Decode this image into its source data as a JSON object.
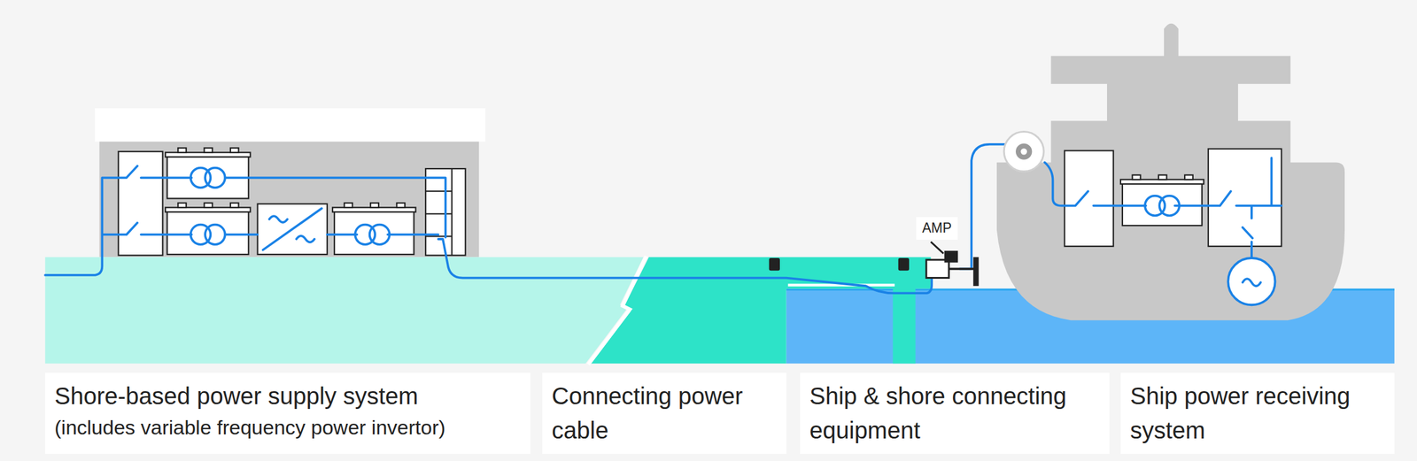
{
  "diagram": {
    "nodes": [
      {
        "text": [
          "Shore-based power supply system",
          "(includes variable frequency power invertor)"
        ]
      },
      {
        "text": [
          "Connecting power cable"
        ]
      },
      {
        "text": [
          "Ship & shore connecting equipment"
        ]
      },
      {
        "text": [
          "Ship power receiving system"
        ]
      },
      {
        "text": [
          "AMP"
        ]
      }
    ]
  }
}
